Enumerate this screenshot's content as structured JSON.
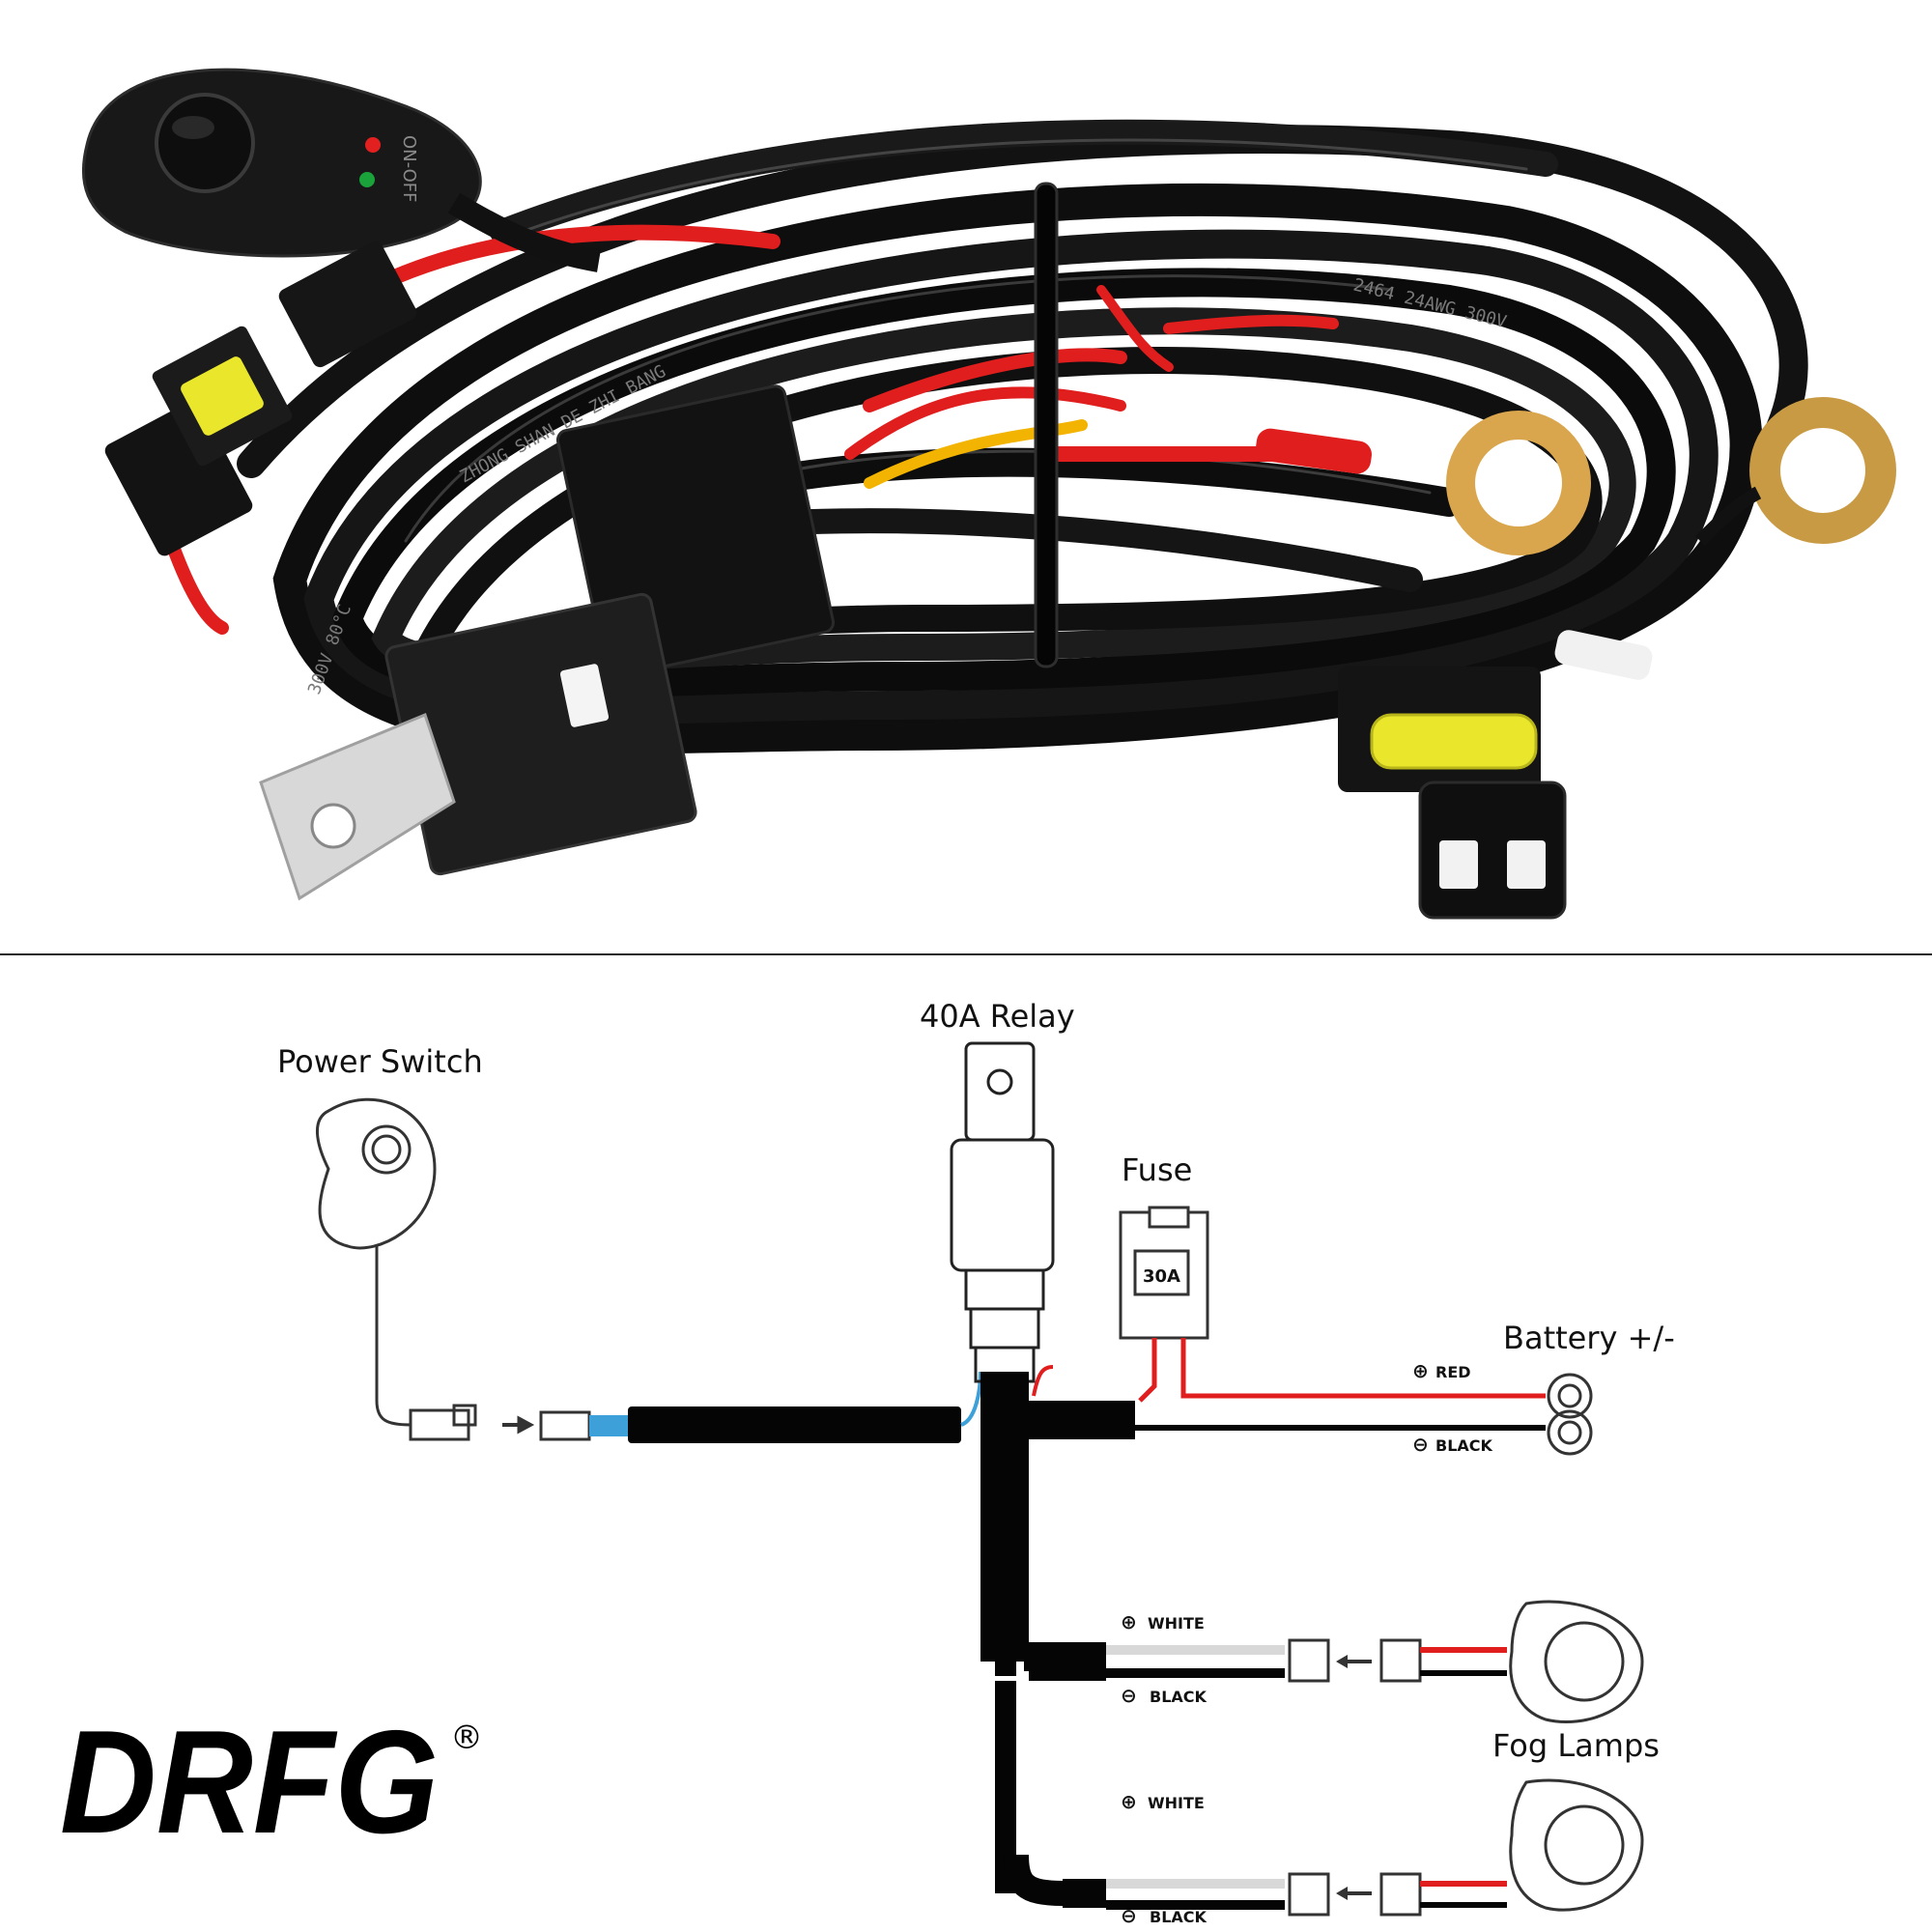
{
  "photo": {
    "switch_marking": "ON-OFF",
    "cable_print_1": "2464 24AWG 300V",
    "cable_print_2": "ZHONG SHAN DE ZHI BANG",
    "cable_print_3": "300V 80°C"
  },
  "diagram": {
    "relay_label": "40A Relay",
    "switch_label": "Power Switch",
    "fuse_label": "Fuse",
    "fuse_rating": "30A",
    "battery_label": "Battery +/-",
    "battery_pos": "RED",
    "battery_neg": "BLACK",
    "lamp1_pos": "WHITE",
    "lamp1_neg": "BLACK",
    "lamp2_pos": "WHITE",
    "lamp2_neg": "BLACK",
    "lamps_label": "Fog Lamps",
    "plus_symbol": "⊕",
    "minus_symbol": "⊖"
  },
  "brand": {
    "name": "DRFG",
    "mark": "®"
  },
  "colors": {
    "wire_red": "#e01e1e",
    "wire_yellow": "#f2b400",
    "connector_yellow": "#e9e62c",
    "ring_brass": "#d9a64e",
    "led_red": "#e22020",
    "led_green": "#1aa33a"
  }
}
